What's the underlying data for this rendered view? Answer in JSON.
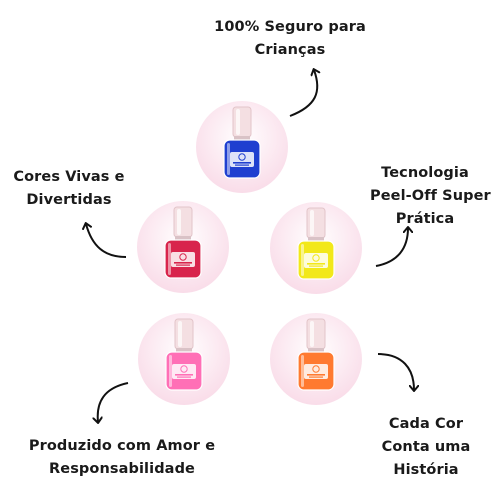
{
  "captions": {
    "top": [
      "100% Seguro para",
      "Crianças"
    ],
    "left": [
      "Cores Vivas e",
      "Divertidas"
    ],
    "right": [
      "Tecnologia",
      "Peel-Off Super",
      "Prática"
    ],
    "bottom_left": [
      "Produzido com Amor e",
      "Responsabilidade"
    ],
    "bottom_right": [
      "Cada Cor",
      "Conta uma",
      "História"
    ]
  },
  "polish_colors": {
    "top": "#1f3fd0",
    "middle_left": "#d8244c",
    "middle_right": "#f2e81a",
    "bottom_left": "#ff6fb6",
    "bottom_right": "#ff7a30"
  },
  "accent_background": "#f7d2e2"
}
